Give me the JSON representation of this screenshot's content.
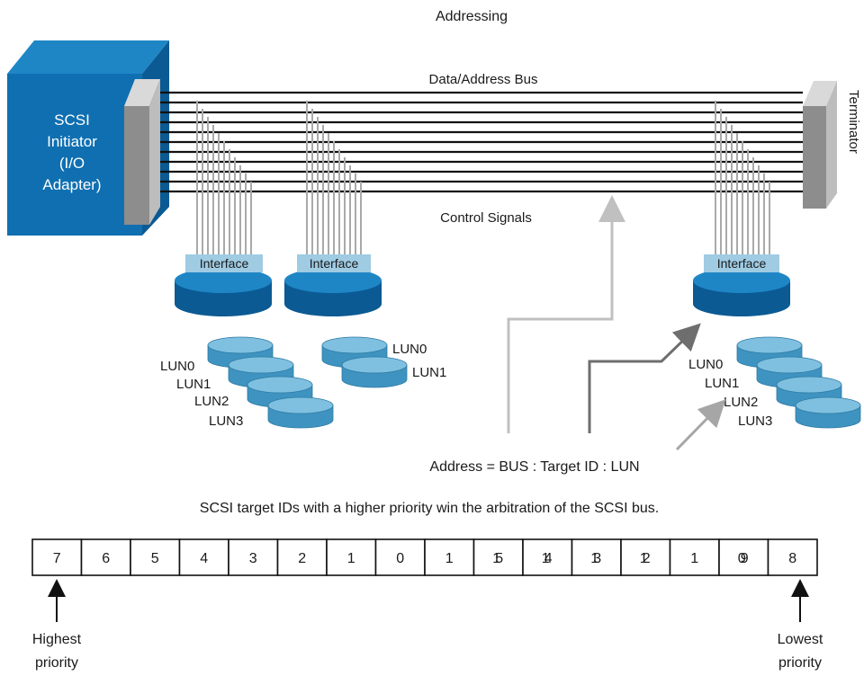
{
  "title": "Addressing",
  "initiator": {
    "line1": "SCSI",
    "line2": "Initiator",
    "line3": "(I/O",
    "line4": "Adapter)"
  },
  "bus_label": "Data/Address Bus",
  "control_label": "Control Signals",
  "terminator_label": "Terminator",
  "interface_label": "Interface",
  "target1_luns": [
    "LUN0",
    "LUN1",
    "LUN2",
    "LUN3"
  ],
  "target2_luns": [
    "LUN0",
    "LUN1"
  ],
  "target3_luns": [
    "LUN0",
    "LUN1",
    "LUN2",
    "LUN3"
  ],
  "address_formula": "Address = BUS : Target ID : LUN",
  "priority_caption": "SCSI target IDs with a higher priority win the arbitration of the SCSI bus.",
  "priority_cells": [
    {
      "a": "7"
    },
    {
      "a": "6"
    },
    {
      "a": "5"
    },
    {
      "a": "4"
    },
    {
      "a": "3"
    },
    {
      "a": "2"
    },
    {
      "a": "1"
    },
    {
      "a": "0"
    },
    {
      "a": "1"
    },
    {
      "a": "1",
      "b": "5"
    },
    {
      "a": "1",
      "b": "4"
    },
    {
      "a": "1",
      "b": "3"
    },
    {
      "a": "1",
      "b": "2"
    },
    {
      "a": "1"
    },
    {
      "a": "0",
      "b": "9"
    },
    {
      "a": "8"
    }
  ],
  "highest": {
    "line1": "Highest",
    "line2": "priority"
  },
  "lowest": {
    "line1": "Lowest",
    "line2": "priority"
  },
  "colors": {
    "blue": "#0f6fb1",
    "blue_dark": "#0b5a93",
    "lun_blue": "#5aa9cf",
    "interface_bg": "#9fcbe3",
    "gray": "#9a9a9a"
  }
}
